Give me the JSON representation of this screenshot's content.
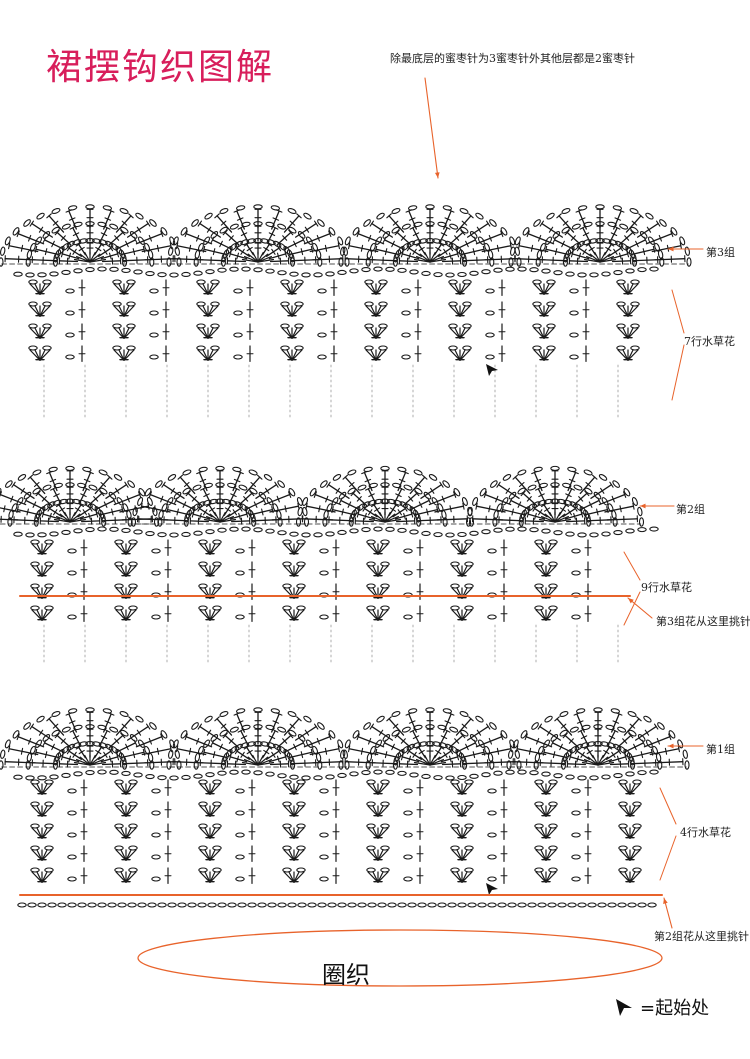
{
  "title": "裙摆钩织图解",
  "note": "除最底层的蜜枣针为3蜜枣针外其他层都是2蜜枣针",
  "groups": [
    {
      "label": "第3组",
      "rows_label": "7行水草花",
      "pickup_label": ""
    },
    {
      "label": "第2组",
      "rows_label": "9行水草花",
      "pickup_label": "第3组花从这里挑针"
    },
    {
      "label": "第1组",
      "rows_label": "4行水草花",
      "pickup_label": "第2组花从这里挑针"
    }
  ],
  "ring_label": "圈织",
  "legend": {
    "icon": "start-arrow-icon",
    "text": "=起始处"
  },
  "colors": {
    "title": "#d81e5b",
    "stitch": "#1a1a1a",
    "guide": "#e8632b",
    "ellipse": "#e8632b",
    "dotted": "#9a9a9a"
  }
}
